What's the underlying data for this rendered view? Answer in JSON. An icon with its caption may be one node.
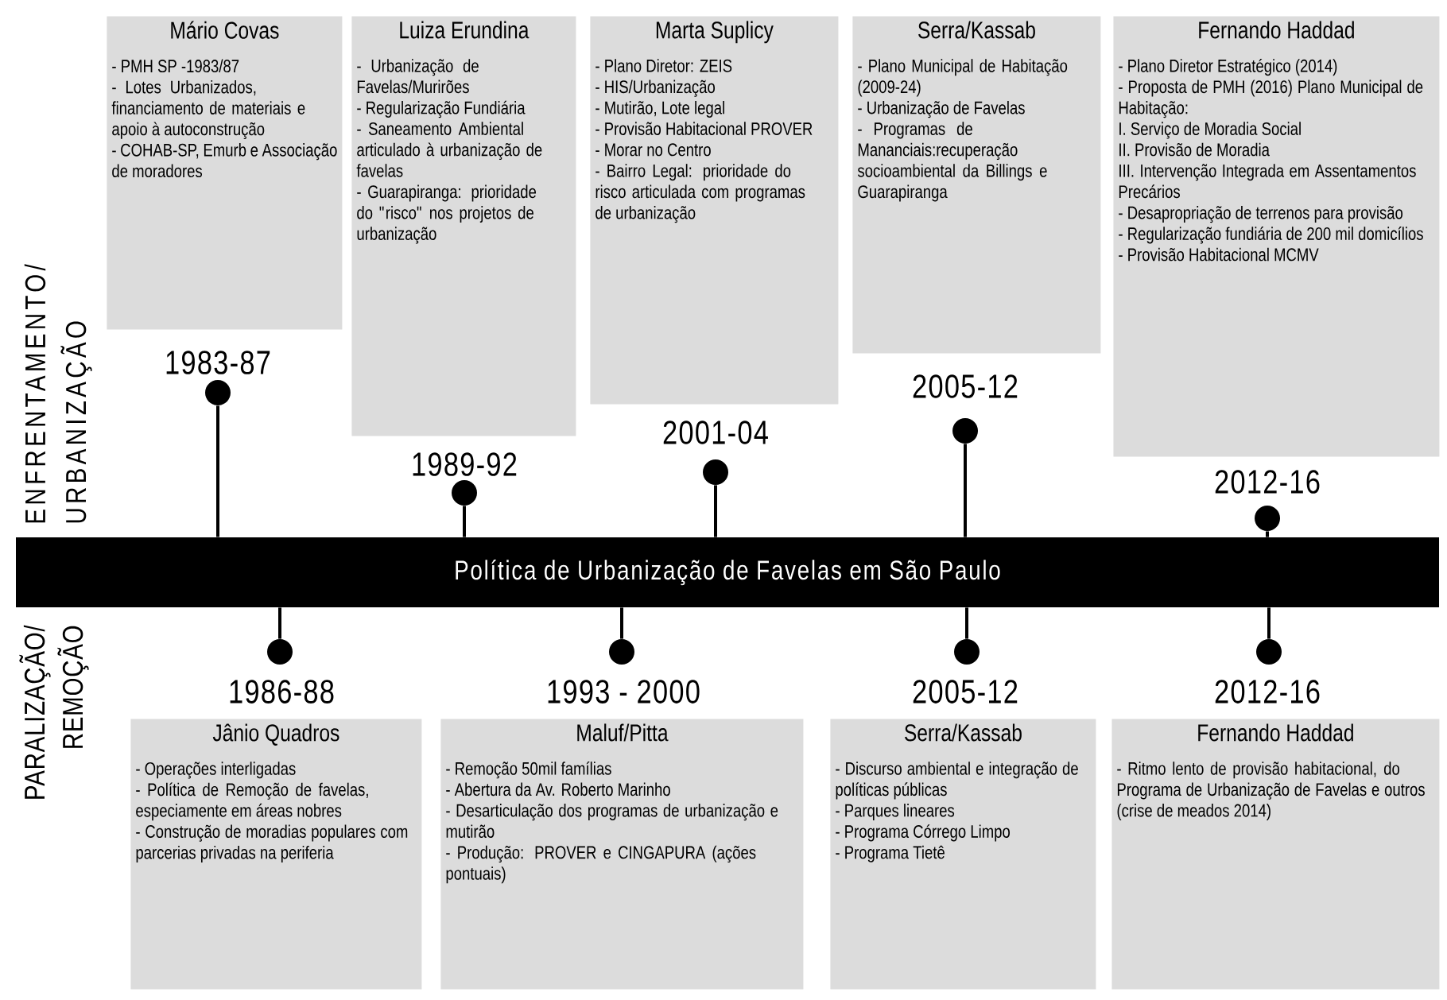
{
  "diagram": {
    "nodes": [
      {
        "text": [
          "Mário Covas",
          "- PMH SP -1983/87",
          "- Lotes Urbanizados, financiamento de materiais e apoio à autoconstrução",
          "- COHAB-SP, Emurb e Associação de moradores"
        ]
      },
      {
        "text": [
          "Luiza Erundina",
          "- Urbanização de Favelas/Murirões",
          "- Regularização Fundiária",
          "- Saneamento Ambiental articulado à urbanização de favelas",
          "- Guarapiranga: prioridade do \"risco\" nos projetos de urbanização"
        ]
      },
      {
        "text": [
          "Marta Suplicy",
          "- Plano Diretor: ZEIS",
          "- HIS/Urbanização",
          "- Mutirão, Lote legal",
          "- Provisão Habitacional PROVER",
          "- Morar no Centro",
          "- Bairro Legal: prioridade do risco articulada com programas de urbanização"
        ]
      },
      {
        "text": [
          "Serra/Kassab",
          "- Plano Municipal de Habitação (2009-24)",
          "- Urbanização de Favelas",
          "- Programas de Mananciais:recuperação socioambiental da Billings e Guarapiranga"
        ]
      },
      {
        "text": [
          "Fernando Haddad",
          "- Plano Diretor Estratégico (2014)",
          "- Proposta de PMH (2016) Plano Municipal de Habitação:",
          "I. Serviço de Moradia Social",
          "II. Provisão de Moradia",
          "III. Intervenção Integrada em Assentamentos Precários",
          "- Desapropriação de terrenos para provisão",
          "- Regularização fundiária de 200 mil domicílios",
          "- Provisão Habitacional MCMV"
        ]
      },
      {
        "text": [],
        "shape": "circle"
      },
      {
        "text": [],
        "shape": "circle"
      },
      {
        "text": [],
        "shape": "circle"
      },
      {
        "text": [],
        "shape": "circle"
      },
      {
        "text": [],
        "shape": "circle"
      },
      {
        "text": [
          "Política de Urbanização de Favelas em São Paulo"
        ]
      },
      {
        "text": [],
        "shape": "circle"
      },
      {
        "text": [],
        "shape": "circle"
      },
      {
        "text": [],
        "shape": "circle"
      },
      {
        "text": [],
        "shape": "circle"
      },
      {
        "text": [
          "Jânio Quadros",
          "- Operações interligadas",
          "- Política de Remoção de favelas, especiamente em áreas nobres",
          "- Construção de moradias populares com parcerias privadas na periferia"
        ]
      },
      {
        "text": [
          "Maluf/Pitta",
          "- Remoção 50mil famílias",
          "- Abertura da Av. Roberto Marinho",
          "- Desarticulação dos programas de urbanização e mutirão",
          "- Produção: PROVER e CINGAPURA (ações pontuais)"
        ]
      },
      {
        "text": [
          "Serra/Kassab",
          "- Discurso ambiental e integração de políticas públicas",
          "- Parques lineares",
          "- Programa Córrego Limpo",
          "- Programa Tietê"
        ]
      },
      {
        "text": [
          "Fernando Haddad",
          "- Ritmo lento de provisão habitacional, do Programa de Urbanização de Favelas e outros (crise de meados 2014)"
        ]
      }
    ],
    "edges": [
      {
        "from": 5,
        "to": 10,
        "arrow": "none"
      },
      {
        "from": 6,
        "to": 10,
        "arrow": "none"
      },
      {
        "from": 7,
        "to": 10,
        "arrow": "none"
      },
      {
        "from": 8,
        "to": 10,
        "arrow": "none"
      },
      {
        "from": 9,
        "to": 10,
        "arrow": "none"
      },
      {
        "from": 10,
        "to": 11,
        "arrow": "none"
      },
      {
        "from": 10,
        "to": 12,
        "arrow": "none"
      },
      {
        "from": 10,
        "to": 13,
        "arrow": "none"
      },
      {
        "from": 10,
        "to": 14,
        "arrow": "none"
      }
    ],
    "labels": [
      "ENFRENTAMENTO/",
      "URBANIZAÇÃO",
      "1983-87",
      "1989-92",
      "2001-04",
      "2005-12",
      "2012-16",
      "PARALIZAÇÃO/",
      "REMOÇÃO",
      "1986-88",
      "1993 - 2000",
      "2005-12",
      "2012-16"
    ]
  }
}
